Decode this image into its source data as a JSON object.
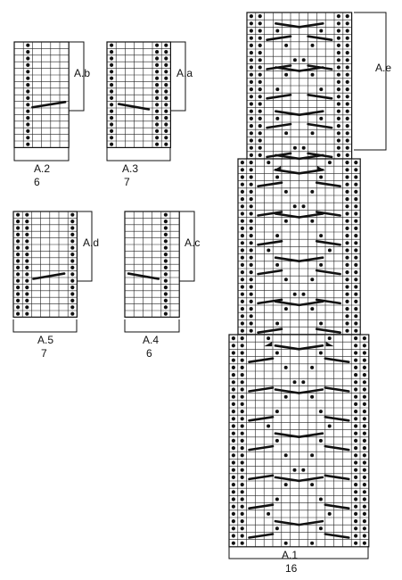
{
  "charts": {
    "a2": {
      "name": "A.2",
      "stitches": "6",
      "repeat_label": "A.b"
    },
    "a3": {
      "name": "A.3",
      "stitches": "7",
      "repeat_label": "A.a"
    },
    "a5": {
      "name": "A.5",
      "stitches": "7",
      "repeat_label": "A.d"
    },
    "a4": {
      "name": "A.4",
      "stitches": "6",
      "repeat_label": "A.c"
    },
    "a1": {
      "name": "A.1",
      "stitches": "16",
      "repeat_label": "A.e"
    }
  }
}
